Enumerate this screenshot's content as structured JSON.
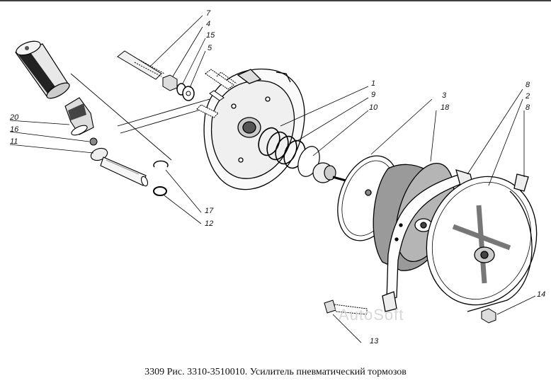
{
  "caption": "3309 Рис. 3310-3510010. Усилитель пневматический тормозов",
  "watermark": "AutoSoft",
  "callouts": [
    "7",
    "4",
    "15",
    "5",
    "1",
    "9",
    "10",
    "3",
    "18",
    "8",
    "2",
    "8",
    "20",
    "16",
    "11",
    "17",
    "12",
    "14",
    "13"
  ]
}
